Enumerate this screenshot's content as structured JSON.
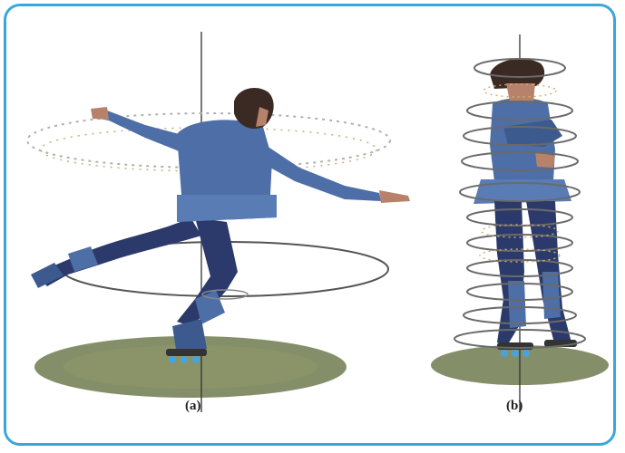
{
  "figure": {
    "panels": [
      {
        "id": "a",
        "caption": "(a)",
        "pose": "arms-extended-spin"
      },
      {
        "id": "b",
        "caption": "(b)",
        "pose": "arms-tucked-spin"
      }
    ],
    "colors": {
      "border": "#3aa7dc",
      "clothing": "#4d6ea6",
      "clothing_dark": "#2b3a6b",
      "shadow": "#7e8a5e",
      "axis": "#333333",
      "motion_rings": "#8a8a8a",
      "hair": "#3b2a24",
      "skin": "#b7826a"
    }
  }
}
